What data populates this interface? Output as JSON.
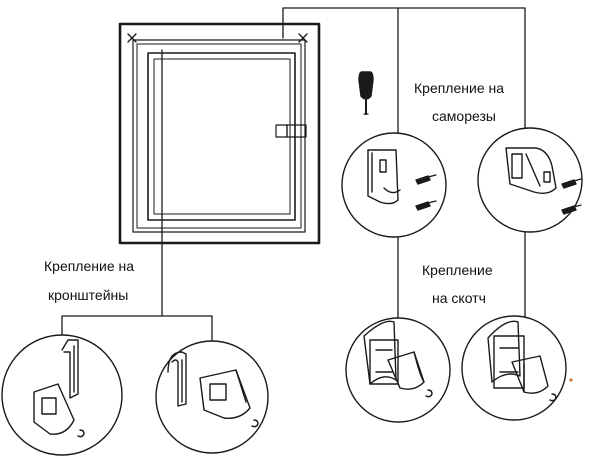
{
  "labels": {
    "screw_line1": "Крепление на",
    "screw_line2": "саморезы",
    "tape_line1": "Крепление",
    "tape_line2": "на скотч",
    "bracket_line1": "Крепление на",
    "bracket_line2": "кронштейны"
  },
  "icons": {
    "window": "window-frame-icon",
    "screwdriver": "screwdriver-icon",
    "mount_screw_a": "screw-mount-bracket-icon",
    "mount_screw_b": "screw-mount-bracket-icon",
    "mount_tape_a": "tape-mount-bracket-icon",
    "mount_tape_b": "tape-mount-bracket-icon",
    "mount_hook_a": "hook-bracket-icon",
    "mount_hook_b": "hook-bracket-icon"
  },
  "colors": {
    "stroke": "#1a1a1a",
    "fill": "#ffffff"
  }
}
